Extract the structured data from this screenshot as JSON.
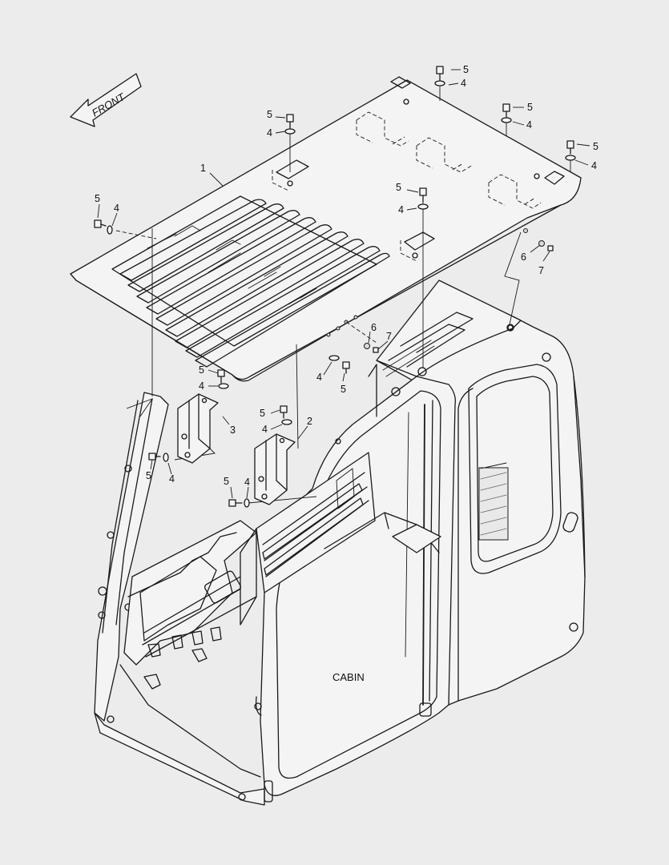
{
  "diagram": {
    "direction_label": "FRONT",
    "assembly_label": "CABIN",
    "callouts": [
      {
        "id": "c1",
        "text": "1"
      },
      {
        "id": "c2",
        "text": "2"
      },
      {
        "id": "c3",
        "text": "3"
      },
      {
        "id": "c4a",
        "text": "4"
      },
      {
        "id": "c4b",
        "text": "4"
      },
      {
        "id": "c4c",
        "text": "4"
      },
      {
        "id": "c4d",
        "text": "4"
      },
      {
        "id": "c4e",
        "text": "4"
      },
      {
        "id": "c4f",
        "text": "4"
      },
      {
        "id": "c4g",
        "text": "4"
      },
      {
        "id": "c4h",
        "text": "4"
      },
      {
        "id": "c4i",
        "text": "4"
      },
      {
        "id": "c4j",
        "text": "4"
      },
      {
        "id": "c4k",
        "text": "4"
      },
      {
        "id": "c5a",
        "text": "5"
      },
      {
        "id": "c5b",
        "text": "5"
      },
      {
        "id": "c5c",
        "text": "5"
      },
      {
        "id": "c5d",
        "text": "5"
      },
      {
        "id": "c5e",
        "text": "5"
      },
      {
        "id": "c5f",
        "text": "5"
      },
      {
        "id": "c5g",
        "text": "5"
      },
      {
        "id": "c5h",
        "text": "5"
      },
      {
        "id": "c5i",
        "text": "5"
      },
      {
        "id": "c5j",
        "text": "5"
      },
      {
        "id": "c5k",
        "text": "5"
      },
      {
        "id": "c6a",
        "text": "6"
      },
      {
        "id": "c6b",
        "text": "6"
      },
      {
        "id": "c7a",
        "text": "7"
      },
      {
        "id": "c7b",
        "text": "7"
      }
    ]
  }
}
